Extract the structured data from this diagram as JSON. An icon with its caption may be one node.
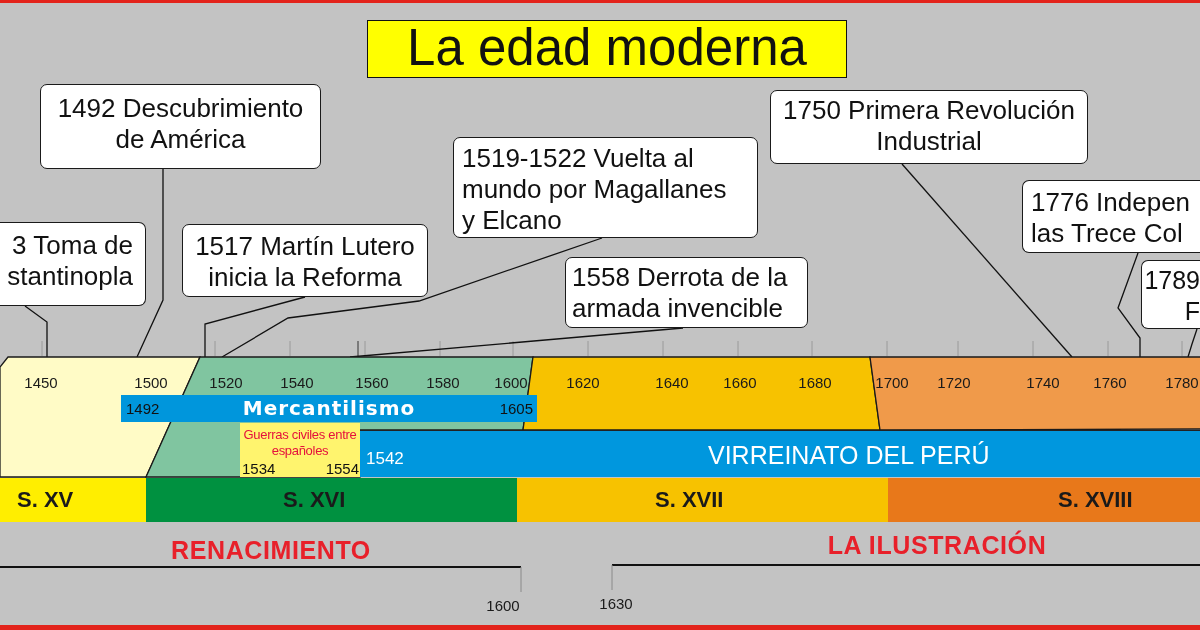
{
  "diagram": {
    "title": "La edad moderna",
    "nodes": [
      {
        "text": [
          "3 Toma de stantinopla"
        ]
      },
      {
        "text": [
          "1492 Descubrimiento de América"
        ]
      },
      {
        "text": [
          "1517 Martín Lutero inicia la Reforma"
        ]
      },
      {
        "text": [
          "1519-1522 Vuelta al mundo por Magallanes y Elcano"
        ]
      },
      {
        "text": [
          "1558 Derrota de la armada invencible"
        ]
      },
      {
        "text": [
          "1750 Primera Revolución Industrial"
        ]
      },
      {
        "text": [
          "1776 Indepen las Trece Col"
        ]
      },
      {
        "text": [
          "1789 F"
        ]
      },
      {
        "text": [
          "1450",
          "1500"
        ]
      },
      {
        "text": [
          "1520",
          "1540",
          "1560",
          "1580",
          "1600"
        ]
      },
      {
        "text": [
          "1620",
          "1640",
          "1660",
          "1680"
        ]
      },
      {
        "text": [
          "1700",
          "1720",
          "1740",
          "1760",
          "1780"
        ]
      },
      {
        "text": [
          "1492",
          "Mercantilismo",
          "1605"
        ]
      },
      {
        "text": [
          "Guerras civiles entre españoles",
          "1534",
          "1554"
        ],
        "in": 9
      },
      {
        "text": [
          "1542",
          "VIRREINATO DEL PERÚ"
        ]
      },
      {
        "text": [
          "S. XV"
        ]
      },
      {
        "text": [
          "S. XVI"
        ]
      },
      {
        "text": [
          "S. XVII"
        ]
      },
      {
        "text": [
          "S. XVIII"
        ]
      }
    ],
    "edges": [
      {
        "from": 0,
        "to": 8,
        "arrow": "none"
      },
      {
        "from": 1,
        "to": 8,
        "arrow": "none"
      },
      {
        "from": 2,
        "to": 9,
        "arrow": "none"
      },
      {
        "from": 3,
        "to": 9,
        "arrow": "none"
      },
      {
        "from": 4,
        "to": 9,
        "arrow": "none"
      },
      {
        "from": 5,
        "to": 11,
        "arrow": "none"
      },
      {
        "from": 6,
        "to": 11,
        "arrow": "none"
      },
      {
        "from": 7,
        "to": 11,
        "arrow": "none"
      }
    ],
    "labels": [
      "RENACIMIENTO",
      "LA ILUSTRACIÓN",
      "1600",
      "1630"
    ]
  }
}
